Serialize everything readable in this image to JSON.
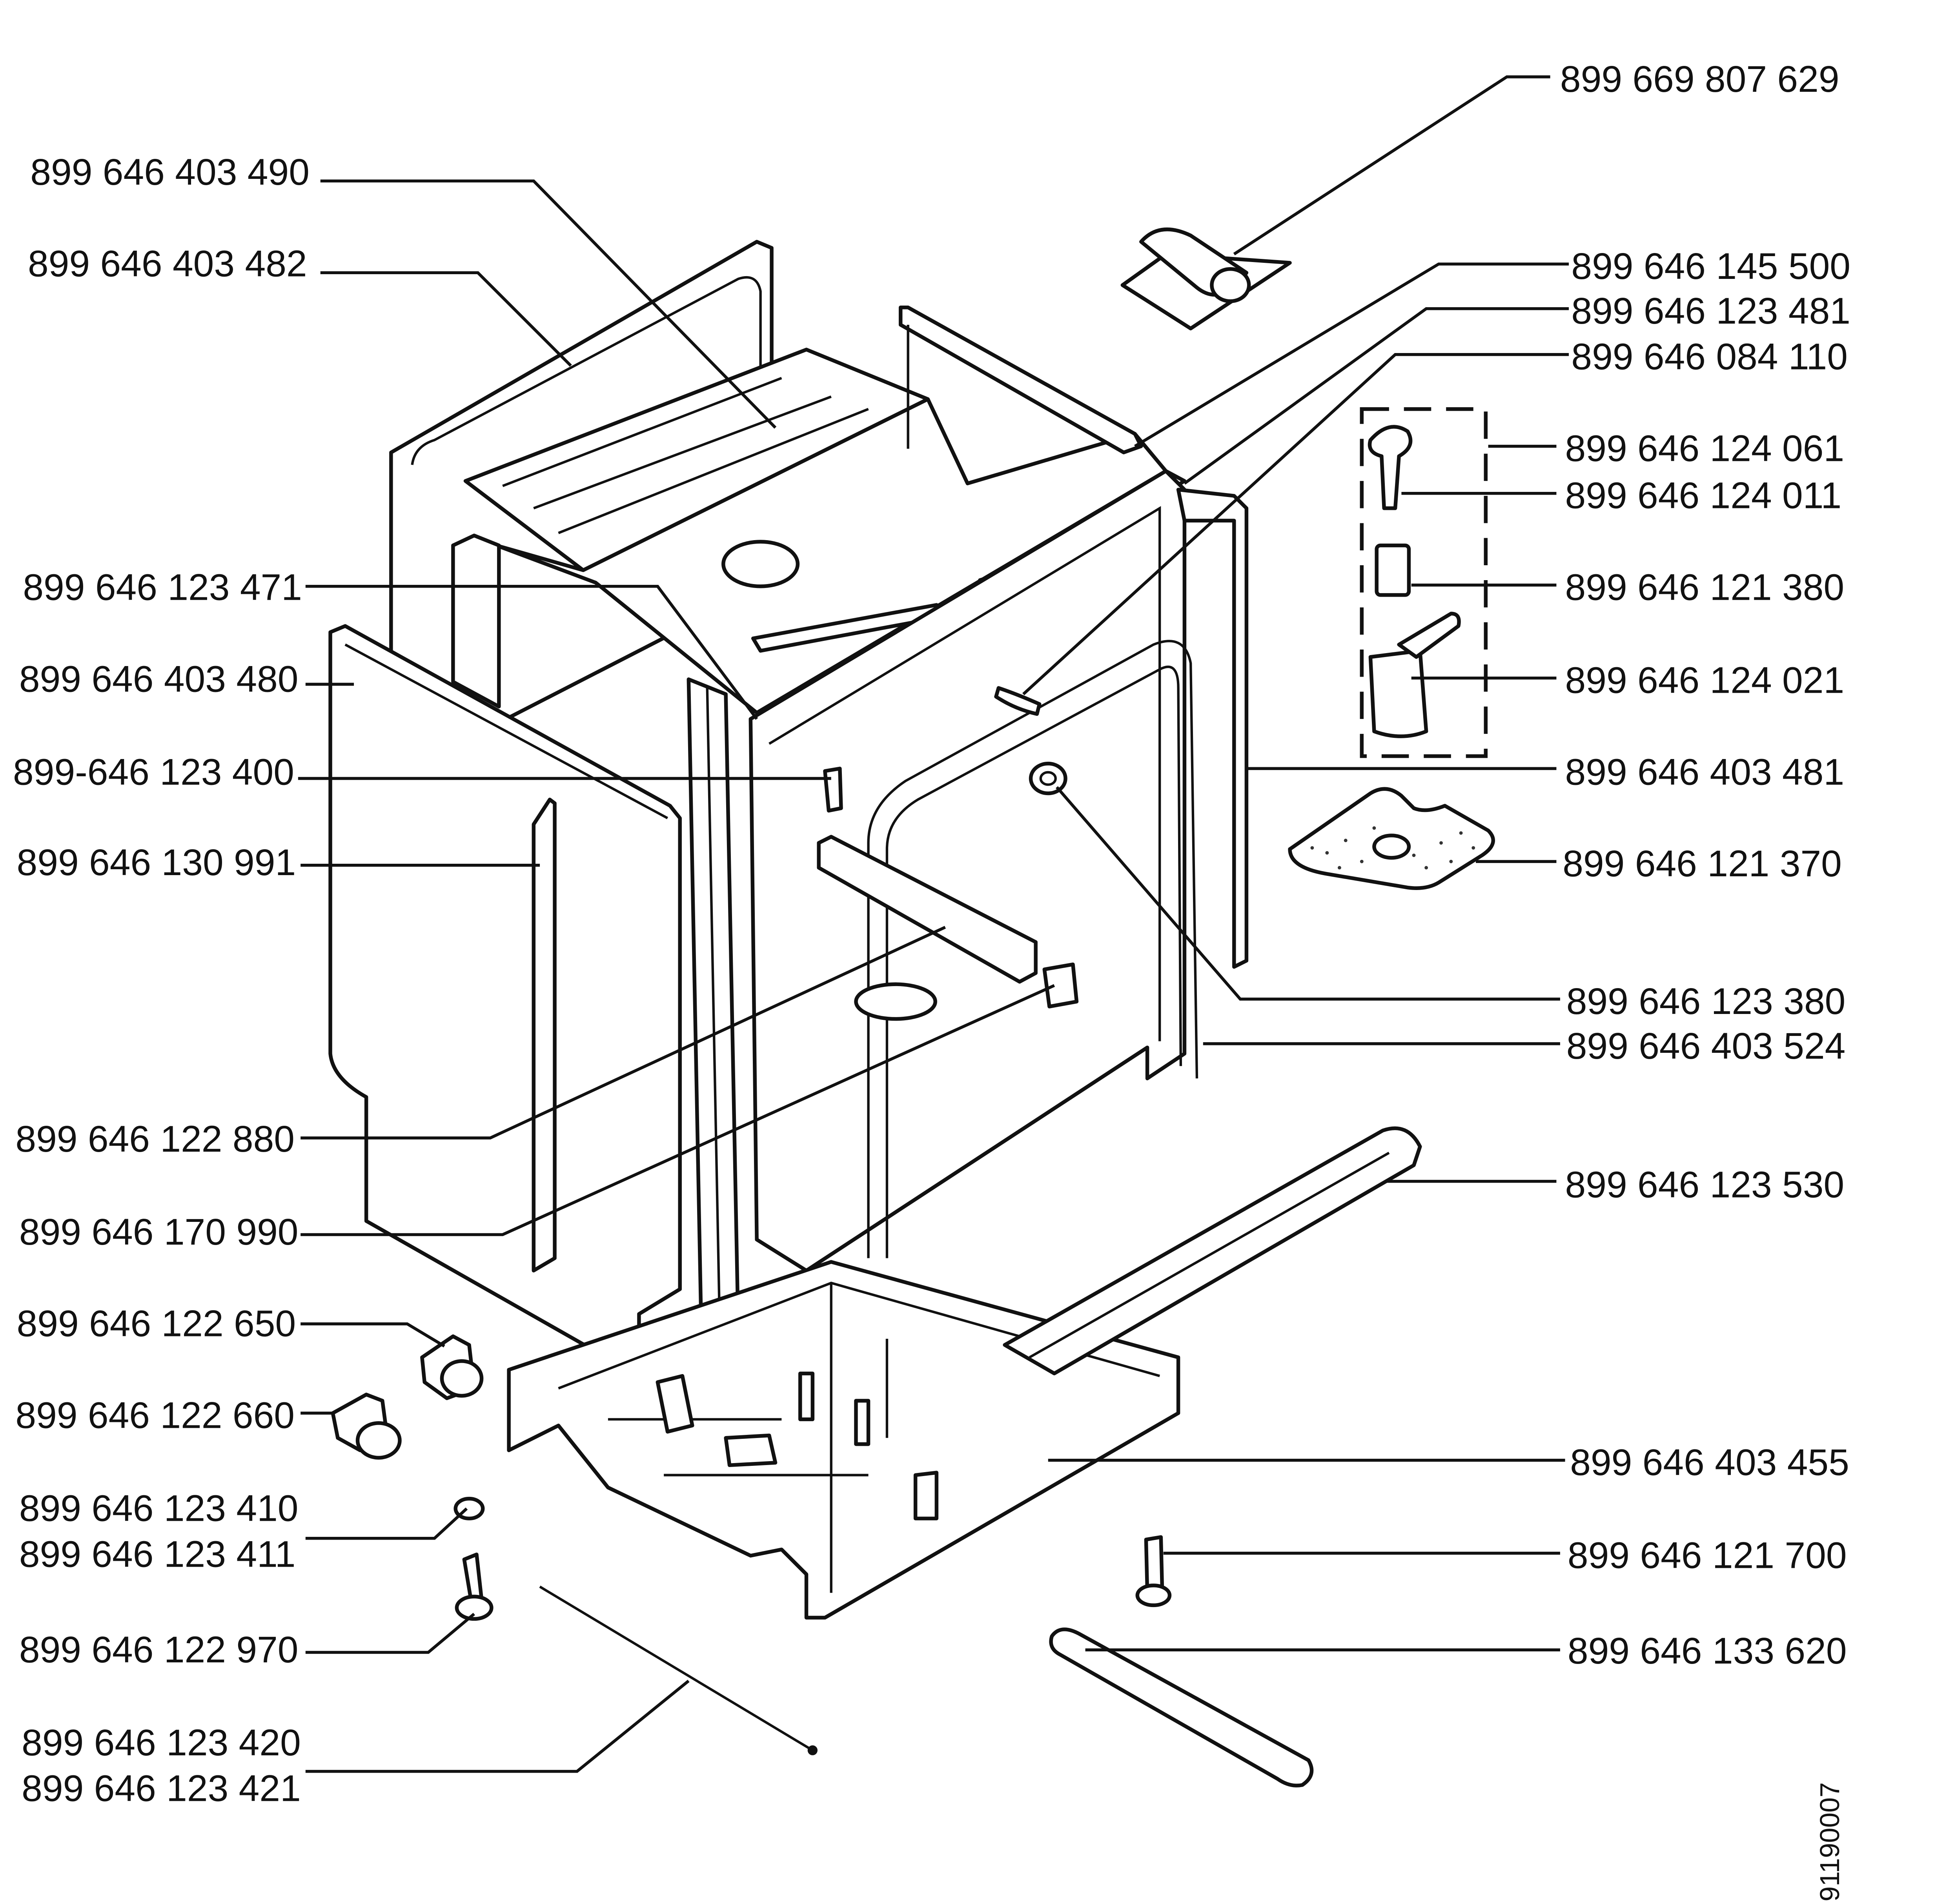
{
  "labels": {
    "l01": "899 669 807 629",
    "l02": "899 646 403 490",
    "l03": "899 646 403 482",
    "l04": "899 646 145 500",
    "l05": "899 646 123 481",
    "l06": "899 646 084 110",
    "l07": "899 646 124 061",
    "l08": "899 646 124 011",
    "l09": "899 646 123 471",
    "l10": "899 646 121 380",
    "l11": "899 646 403 480",
    "l12": "899 646 124 021",
    "l13": "899-646 123 400",
    "l14": "899 646 403 481",
    "l15": "899 646 130 991",
    "l16": "899 646 121 370",
    "l17": "899 646 123 380",
    "l18": "899 646 403 524",
    "l19": "899 646 122 880",
    "l20": "899 646 123 530",
    "l21": "899 646 170 990",
    "l22": "899 646 122 650",
    "l23": "899 646 122 660",
    "l24": "899 646 403 455",
    "l25": "899 646 123 410",
    "l26": "899 646 123 411",
    "l27": "899 646 121 700",
    "l28": "899 646 122 970",
    "l29": "899 646 133 620",
    "l30": "899 646 123 420",
    "l31": "899 646 123 421"
  },
  "drawing_code": "91190007"
}
